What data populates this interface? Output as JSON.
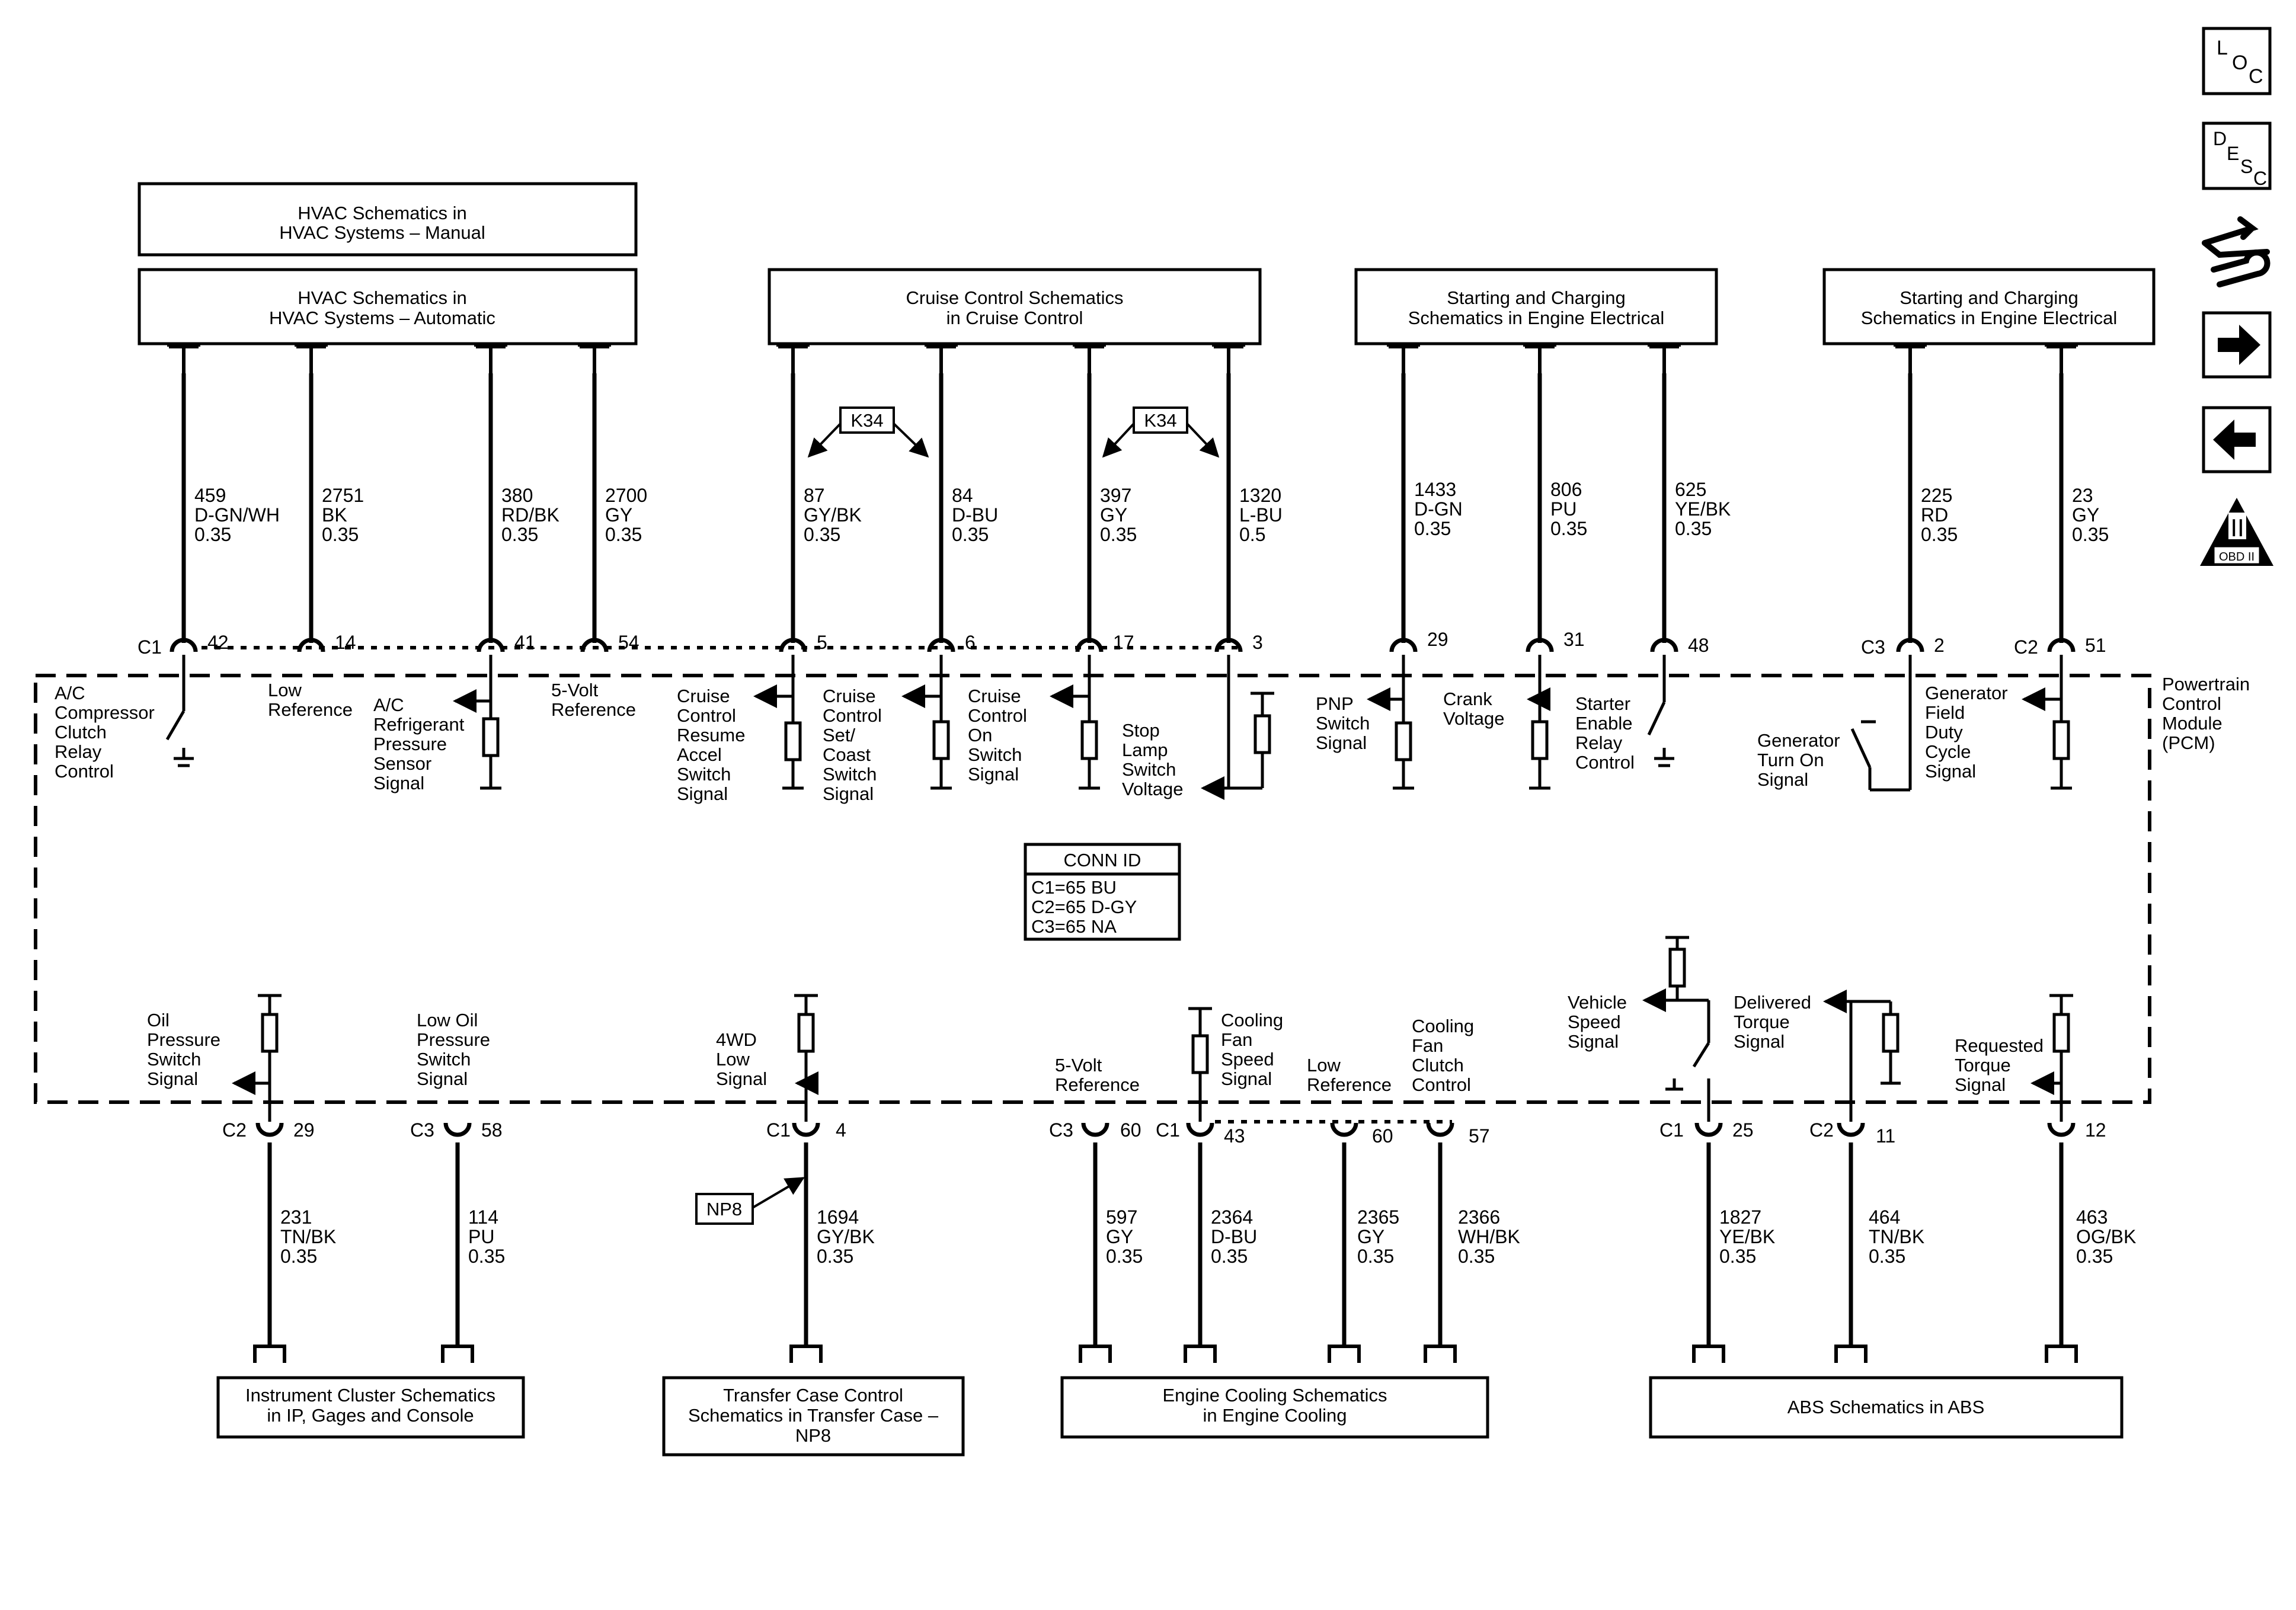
{
  "nav": {
    "loc": [
      "L",
      "O",
      "C"
    ],
    "desc": [
      "D",
      "E",
      "S",
      "C"
    ],
    "obd_badge": "II",
    "obd_label": "OBD II"
  },
  "module": {
    "name_lines": [
      "Powertrain",
      "Control",
      "Module",
      "(PCM)"
    ],
    "conn_id_title": "CONN ID",
    "conn_id_lines": [
      "C1=65 BU",
      "C2=65 D-GY",
      "C3=65 NA"
    ]
  },
  "boxes": {
    "hvac_manual": [
      "HVAC Schematics in",
      "HVAC Systems – Manual"
    ],
    "hvac_auto": [
      "HVAC Schematics in",
      "HVAC Systems – Automatic"
    ],
    "cruise": [
      "Cruise Control Schematics",
      "in Cruise Control"
    ],
    "starting1": [
      "Starting and Charging",
      "Schematics in Engine Electrical"
    ],
    "starting2": [
      "Starting and Charging",
      "Schematics in Engine Electrical"
    ],
    "instrument": [
      "Instrument Cluster Schematics",
      "in IP, Gages and Console"
    ],
    "transfer": [
      "Transfer Case Control",
      "Schematics in Transfer Case –",
      "NP8"
    ],
    "cooling": [
      "Engine Cooling Schematics",
      "in Engine Cooling"
    ],
    "abs": [
      "ABS Schematics in ABS"
    ]
  },
  "tags": {
    "k34": "K34",
    "np8": "NP8"
  },
  "top_circuits": [
    {
      "wire": [
        "459",
        "D-GN/WH",
        "0.35"
      ],
      "connector": "C1",
      "pin": "42",
      "label": [
        "A/C",
        "Compressor",
        "Clutch",
        "Relay",
        "Control"
      ]
    },
    {
      "wire": [
        "2751",
        "BK",
        "0.35"
      ],
      "connector": "",
      "pin": "14",
      "label": [
        "Low",
        "Reference"
      ]
    },
    {
      "wire": [
        "380",
        "RD/BK",
        "0.35"
      ],
      "connector": "",
      "pin": "41",
      "label": [
        "A/C",
        "Refrigerant",
        "Pressure",
        "Sensor",
        "Signal"
      ]
    },
    {
      "wire": [
        "2700",
        "GY",
        "0.35"
      ],
      "connector": "",
      "pin": "54",
      "label": [
        "5-Volt",
        "Reference"
      ]
    },
    {
      "wire": [
        "87",
        "GY/BK",
        "0.35"
      ],
      "connector": "",
      "pin": "5",
      "label": [
        "Cruise",
        "Control",
        "Resume",
        "Accel",
        "Switch",
        "Signal"
      ]
    },
    {
      "wire": [
        "84",
        "D-BU",
        "0.35"
      ],
      "connector": "",
      "pin": "6",
      "label": [
        "Cruise",
        "Control",
        "Set/",
        "Coast",
        "Switch",
        "Signal"
      ]
    },
    {
      "wire": [
        "397",
        "GY",
        "0.35"
      ],
      "connector": "",
      "pin": "17",
      "label": [
        "Cruise",
        "Control",
        "On",
        "Switch",
        "Signal"
      ]
    },
    {
      "wire": [
        "1320",
        "L-BU",
        "0.5"
      ],
      "connector": "",
      "pin": "3",
      "label": [
        "Stop",
        "Lamp",
        "Switch",
        "Voltage"
      ]
    },
    {
      "wire": [
        "1433",
        "D-GN",
        "0.35"
      ],
      "connector": "",
      "pin": "29",
      "label": [
        "PNP",
        "Switch",
        "Signal"
      ]
    },
    {
      "wire": [
        "806",
        "PU",
        "0.35"
      ],
      "connector": "",
      "pin": "31",
      "label": [
        "Crank",
        "Voltage"
      ]
    },
    {
      "wire": [
        "625",
        "YE/BK",
        "0.35"
      ],
      "connector": "",
      "pin": "48",
      "label": [
        "Starter",
        "Enable",
        "Relay",
        "Control"
      ]
    },
    {
      "wire": [
        "225",
        "RD",
        "0.35"
      ],
      "connector": "C3",
      "pin": "2",
      "label": [
        "Generator",
        "Turn On",
        "Signal"
      ]
    },
    {
      "wire": [
        "23",
        "GY",
        "0.35"
      ],
      "connector": "C2",
      "pin": "51",
      "label": [
        "Generator",
        "Field",
        "Duty",
        "Cycle",
        "Signal"
      ]
    }
  ],
  "bottom_circuits": [
    {
      "wire": [
        "231",
        "TN/BK",
        "0.35"
      ],
      "connector": "C2",
      "pin": "29",
      "label": [
        "Oil",
        "Pressure",
        "Switch",
        "Signal"
      ]
    },
    {
      "wire": [
        "114",
        "PU",
        "0.35"
      ],
      "connector": "C3",
      "pin": "58",
      "label": [
        "Low Oil",
        "Pressure",
        "Switch",
        "Signal"
      ]
    },
    {
      "wire": [
        "1694",
        "GY/BK",
        "0.35"
      ],
      "connector": "C1",
      "pin": "4",
      "label": [
        "4WD",
        "Low",
        "Signal"
      ]
    },
    {
      "wire": [
        "597",
        "GY",
        "0.35"
      ],
      "connector": "C3",
      "pin": "60",
      "label": [
        "5-Volt",
        "Reference"
      ]
    },
    {
      "wire": [
        "2364",
        "D-BU",
        "0.35"
      ],
      "connector": "C1",
      "pin": "43",
      "label": [
        "Cooling",
        "Fan",
        "Speed",
        "Signal"
      ]
    },
    {
      "wire": [
        "2365",
        "GY",
        "0.35"
      ],
      "connector": "",
      "pin": "60",
      "label": [
        "Low",
        "Reference"
      ]
    },
    {
      "wire": [
        "2366",
        "WH/BK",
        "0.35"
      ],
      "connector": "",
      "pin": "57",
      "label": [
        "Cooling",
        "Fan",
        "Clutch",
        "Control"
      ]
    },
    {
      "wire": [
        "1827",
        "YE/BK",
        "0.35"
      ],
      "connector": "C1",
      "pin": "25",
      "label": [
        "Vehicle",
        "Speed",
        "Signal"
      ]
    },
    {
      "wire": [
        "464",
        "TN/BK",
        "0.35"
      ],
      "connector": "C2",
      "pin": "11",
      "label": [
        "Delivered",
        "Torque",
        "Signal"
      ]
    },
    {
      "wire": [
        "463",
        "OG/BK",
        "0.35"
      ],
      "connector": "",
      "pin": "12",
      "label": [
        "Requested",
        "Torque",
        "Signal"
      ]
    }
  ]
}
